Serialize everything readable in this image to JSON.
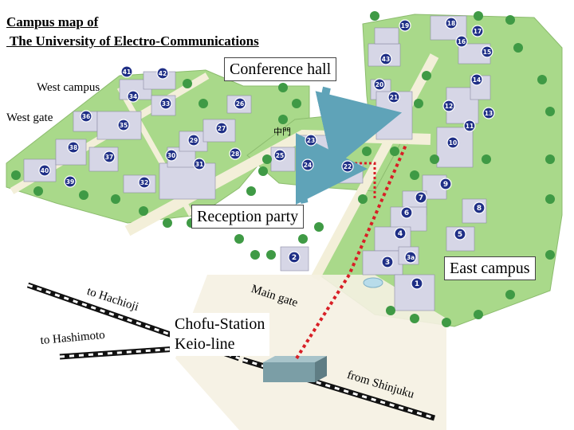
{
  "title": {
    "line1": "Campus map of",
    "line2": " The University of Electro-Communications"
  },
  "areas": {
    "west_campus": "West campus",
    "west_gate": "West gate",
    "east_campus": "East campus",
    "main_gate": "Main gate",
    "middle_gate": "中門"
  },
  "callouts": {
    "conference_hall": "Conference hall",
    "reception_party": "Reception party",
    "station_line1": "Chofu-Station",
    "station_line2": "Keio-line"
  },
  "railways": {
    "to_hachioji": "to Hachioji",
    "to_hashimoto": "to Hashimoto",
    "from_shinjuku": "from Shinjuku"
  },
  "colors": {
    "grass": "#a9d98a",
    "road": "#f3efd9",
    "route": "#d81f26",
    "marker": "#1f2f86",
    "building": "#d6d6e6",
    "arrow": "#5fa3b8"
  },
  "buildings": [
    "1",
    "2",
    "3",
    "3a",
    "4",
    "5",
    "6",
    "7",
    "8",
    "9",
    "10",
    "11",
    "12",
    "13",
    "14",
    "15",
    "16",
    "17",
    "18",
    "19",
    "20",
    "21",
    "22",
    "23",
    "24",
    "25",
    "26",
    "27",
    "28",
    "29",
    "30",
    "31",
    "32",
    "33",
    "34",
    "35",
    "36",
    "37",
    "38",
    "39",
    "40",
    "41",
    "42",
    "43"
  ]
}
